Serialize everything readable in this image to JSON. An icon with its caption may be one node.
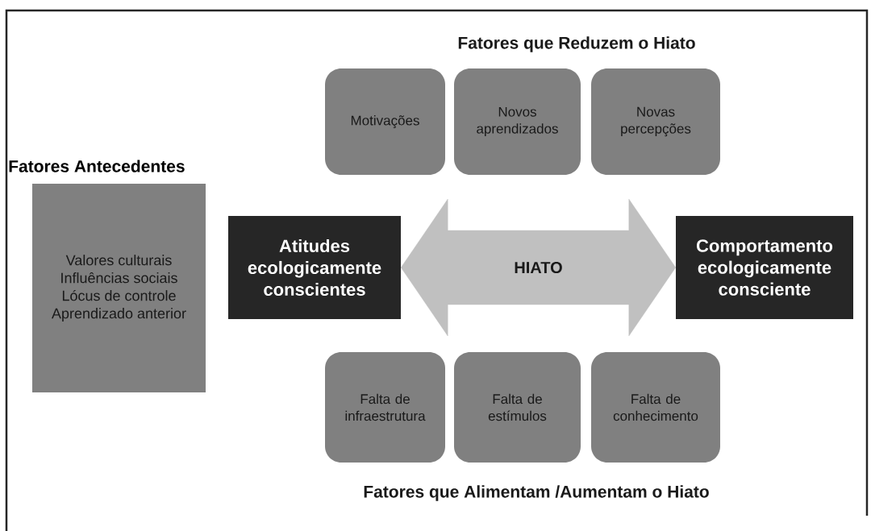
{
  "diagram": {
    "nodes": [
      {
        "text": [
          "Fatores Antecedentes",
          "Valores culturais",
          "Influências sociais",
          "Lócus de controle",
          "Aprendizado anterior"
        ]
      },
      {
        "text": [
          "Atitudes ecologicamente conscientes"
        ]
      },
      {
        "text": [
          "Comportamento ecologicamente consciente"
        ]
      },
      {
        "text": [
          "Motivações"
        ]
      },
      {
        "text": [
          "Novos aprendizados"
        ]
      },
      {
        "text": [
          "Novas percepções"
        ]
      },
      {
        "text": [
          "Falta de infraestrutura"
        ]
      },
      {
        "text": [
          "Falta de estímulos"
        ]
      },
      {
        "text": [
          "Falta de conhecimento"
        ]
      }
    ],
    "edges": [
      {
        "from": 1,
        "to": 2,
        "arrow": "both",
        "label": "HIATO"
      }
    ],
    "labels": [
      "Fatores que Reduzem o Hiato",
      "Fatores que Alimentam /Aumentam o Hiato"
    ]
  }
}
